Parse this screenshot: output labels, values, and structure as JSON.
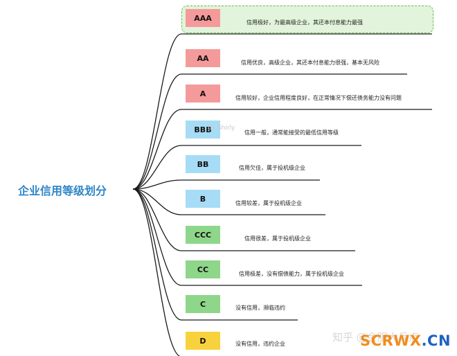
{
  "root": {
    "label": "企业信用等级划分"
  },
  "levels": [
    {
      "grade": "AAA",
      "description": "信用极好，为最高级企业，其还本付息能力最强",
      "color": "#f59a9a",
      "highlighted": true
    },
    {
      "grade": "AA",
      "description": "信用优良，高级企业，其还本付息能力很强，基本无风险",
      "color": "#f59a9a"
    },
    {
      "grade": "A",
      "description": "信用较好，企业信用程度良好，在正常情况下偿还债务能力没有问题",
      "color": "#f59a9a"
    },
    {
      "grade": "BBB",
      "description": "信用一般，通常能接受的最低信用等级",
      "color": "#a6dcf5"
    },
    {
      "grade": "BB",
      "description": "信用欠佳，属于投机级企业",
      "color": "#a6dcf5"
    },
    {
      "grade": "B",
      "description": "信用较差，属于投机级企业",
      "color": "#a6dcf5"
    },
    {
      "grade": "CCC",
      "description": "信用很差，属于投机级企业",
      "color": "#8ed68a"
    },
    {
      "grade": "CC",
      "description": "信用极差，没有偿债能力，属于投机级企业",
      "color": "#8ed68a"
    },
    {
      "grade": "C",
      "description": "没有信用，濒临违约",
      "color": "#8ed68a"
    },
    {
      "grade": "D",
      "description": "没有信用，违约企业",
      "color": "#f7d23c"
    }
  ],
  "watermarks": {
    "ghost": "by Shirly",
    "zhihu": "知乎 @金服大兵点",
    "site_main": "SCRWX",
    "site_suffix": ".CN",
    "site_main_color": "#f28c1c",
    "site_suffix_color": "#1f63c0"
  }
}
